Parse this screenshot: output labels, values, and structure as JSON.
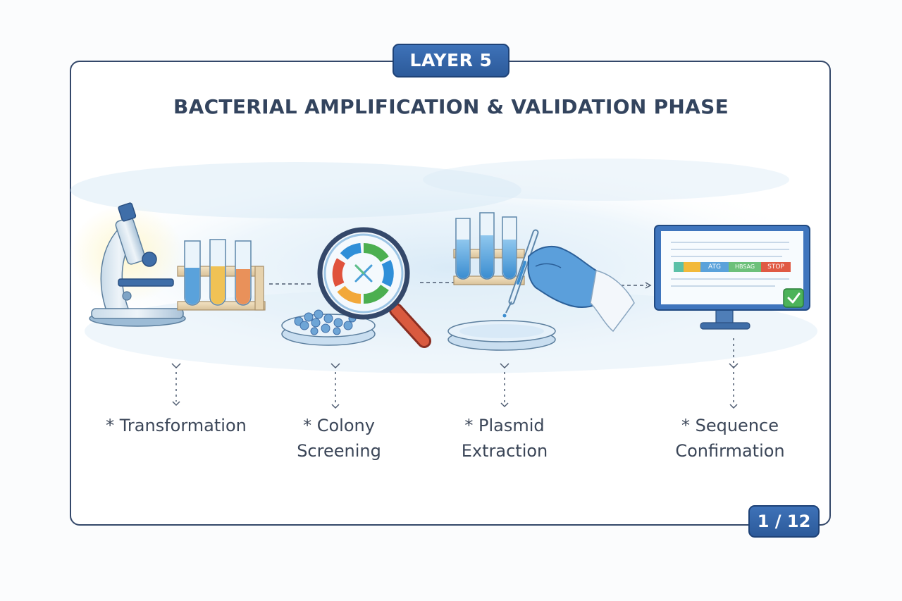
{
  "badge": {
    "layer": "LAYER 5"
  },
  "title": "BACTERIAL AMPLIFICATION & VALIDATION PHASE",
  "pagination": {
    "text": "1 / 12"
  },
  "steps": [
    {
      "line1": "* Transformation",
      "line2": ""
    },
    {
      "line1": "*  Colony",
      "line2": "Screening"
    },
    {
      "line1": "*  Plasmid",
      "line2": "Extraction"
    },
    {
      "line1": "*  Sequence",
      "line2": "Confirmation"
    }
  ],
  "monitor": {
    "segments": [
      "ATG",
      "HBSAG",
      "STOP"
    ]
  },
  "colors": {
    "frame": "#34486a",
    "accent": "#2f63a8",
    "title": "#33445e"
  },
  "icons": [
    "microscope-icon",
    "test-tubes-icon",
    "petri-dish-icon",
    "magnifier-icon",
    "pipette-glove-icon",
    "monitor-icon",
    "checkmark-icon"
  ]
}
